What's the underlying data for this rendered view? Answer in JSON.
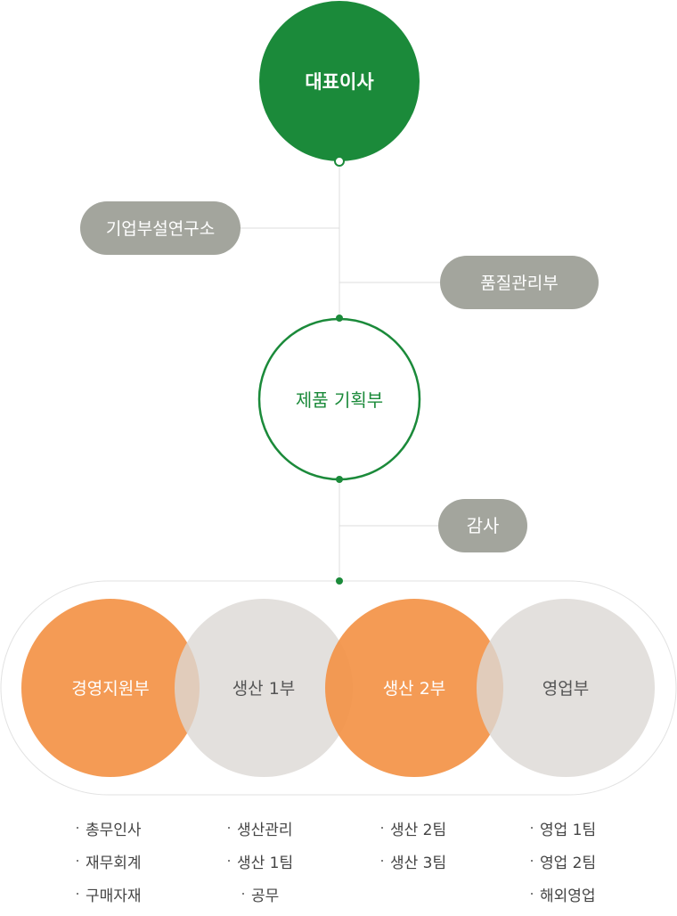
{
  "colors": {
    "green": "#1b8a3a",
    "gray_pill": "#a3a59d",
    "orange": "#f39347",
    "light_circle": "#e3e0de",
    "line": "#dcdcdc"
  },
  "ceo": {
    "label": "대표이사"
  },
  "lab": {
    "label": "기업부설연구소"
  },
  "quality": {
    "label": "품질관리부"
  },
  "planning": {
    "label": "제품 기획부"
  },
  "audit": {
    "label": "감사"
  },
  "departments": [
    {
      "label": "경영지원부",
      "style": "orange",
      "subs": [
        "총무인사",
        "재무회계",
        "구매자재"
      ]
    },
    {
      "label": "생산 1부",
      "style": "light",
      "subs": [
        "생산관리",
        "생산 1팀",
        "공무"
      ]
    },
    {
      "label": "생산 2부",
      "style": "orange",
      "subs": [
        "생산 2팀",
        "생산 3팀"
      ]
    },
    {
      "label": "영업부",
      "style": "light",
      "subs": [
        "영업 1팀",
        "영업 2팀",
        "해외영업"
      ]
    }
  ]
}
